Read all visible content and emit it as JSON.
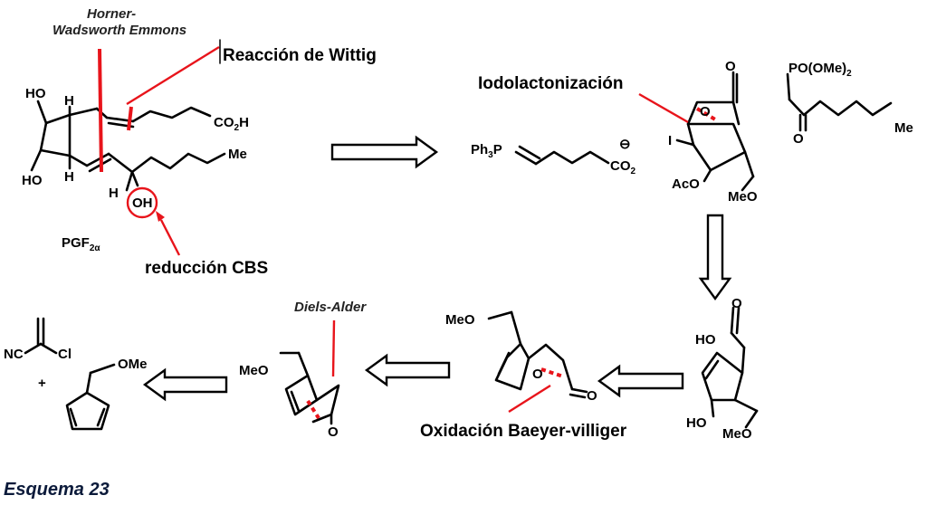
{
  "labels": {
    "hwe": "Horner-Wadsworth Emmons",
    "hwe_line1": "Horner-",
    "hwe_line2": "Wadsworth Emmons",
    "wittig": "Reacción de Wittig",
    "iodolact": "Iodolactonización",
    "cbs": "reducción CBS",
    "diels": "Diels-Alder",
    "baeyer": "Oxidación Baeyer-villiger"
  },
  "molecules": {
    "pgf": {
      "name_main": "PGF",
      "name_sub": "2α",
      "ho_top": "HO",
      "ho_bottom": "HO",
      "h_top": "H",
      "h_bottom": "H",
      "h_side": "H",
      "oh": "OH",
      "co2h": "CO",
      "co2h_sub": "2",
      "co2h_end": "H",
      "me": "Me"
    },
    "ylide": {
      "ph3p": "Ph",
      "ph3p_sub": "3",
      "ph3p_end": "P",
      "co2": "CO",
      "co2_sub": "2",
      "charge": "⊖"
    },
    "iodolactone": {
      "o_ring": "O",
      "o_carbonyl": "O",
      "i": "I",
      "aco": "AcO",
      "meo": "MeO"
    },
    "phosphonate": {
      "po": "PO(OMe)",
      "po_sub": "2",
      "o": "O",
      "me": "Me"
    },
    "acid": {
      "ho": "HO",
      "o": "O",
      "ho_ring": "HO",
      "meo": "MeO"
    },
    "lactone": {
      "meo": "MeO",
      "o_ring": "O",
      "o_carbonyl": "O"
    },
    "ketone": {
      "meo": "MeO",
      "o": "O"
    },
    "acrylonitrile": {
      "nc": "NC",
      "cl": "Cl",
      "plus": "+"
    },
    "diene": {
      "ome": "OMe"
    }
  },
  "caption": "Esquema 23"
}
